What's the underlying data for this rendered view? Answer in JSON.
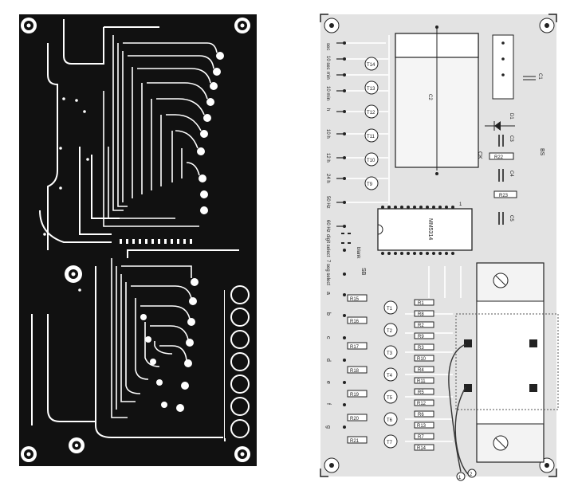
{
  "copper_panel": {
    "description_visible": false
  },
  "component_panel": {
    "ic_label": "MM5314",
    "pin1_label": "1",
    "left_labels": [
      "sec",
      "10 sec",
      "min",
      "10 min",
      "h",
      "10 h",
      "12 h",
      "24 h",
      "50 Hz",
      "60 Hz"
    ],
    "mid_labels": [
      "digit select",
      "blank",
      "7 seg select",
      "SB"
    ],
    "segment_labels": [
      "a",
      "b",
      "c",
      "d",
      "e",
      "f",
      "g"
    ],
    "top_transistors": [
      "T14",
      "T13",
      "T12",
      "T11",
      "T10",
      "T9"
    ],
    "bottom_transistors": [
      "T1",
      "T2",
      "T3",
      "T4",
      "T5",
      "T6",
      "T7"
    ],
    "left_resistors": [
      "R15",
      "R16",
      "R17",
      "R18",
      "R19",
      "R20",
      "R21"
    ],
    "right_resistors": [
      "R1",
      "R8",
      "R2",
      "R9",
      "R3",
      "R10",
      "R4",
      "R11",
      "R5",
      "R12",
      "R6",
      "R13",
      "R7",
      "R14"
    ],
    "cap_c1": "C1",
    "cap_c2": "C2",
    "cap_c3": "C3",
    "cap_c4": "C4",
    "cap_c5": "C5",
    "diode": "D1",
    "r22": "R22",
    "r23": "R23",
    "bs": "BS",
    "ck": "CK",
    "wire_1": "1",
    "wire_2": "2"
  }
}
